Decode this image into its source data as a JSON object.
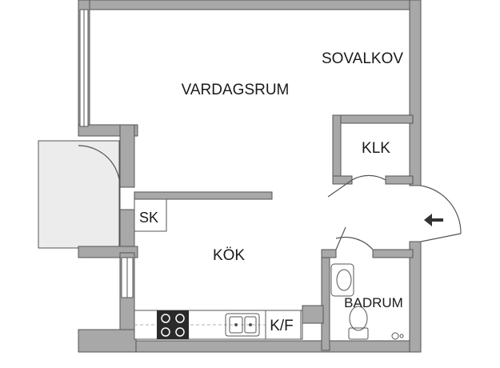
{
  "rooms": {
    "vardagsrum": "VARDAGSRUM",
    "sovalkov": "SOVALKOV",
    "klk": "KLK",
    "sk": "SK",
    "kok": "KÖK",
    "kf": "K/F",
    "badrum": "BADRUM"
  },
  "colors": {
    "wall": "#a8a8a8",
    "wall_edge": "#555555",
    "balcony": "#ececec",
    "appliance": "#2a2a2a"
  },
  "icons": {
    "entrance": "entrance-arrow-icon",
    "stove": "stove-icon",
    "sink": "sink-icon",
    "toilet": "toilet-icon",
    "washbasin": "washbasin-icon"
  }
}
